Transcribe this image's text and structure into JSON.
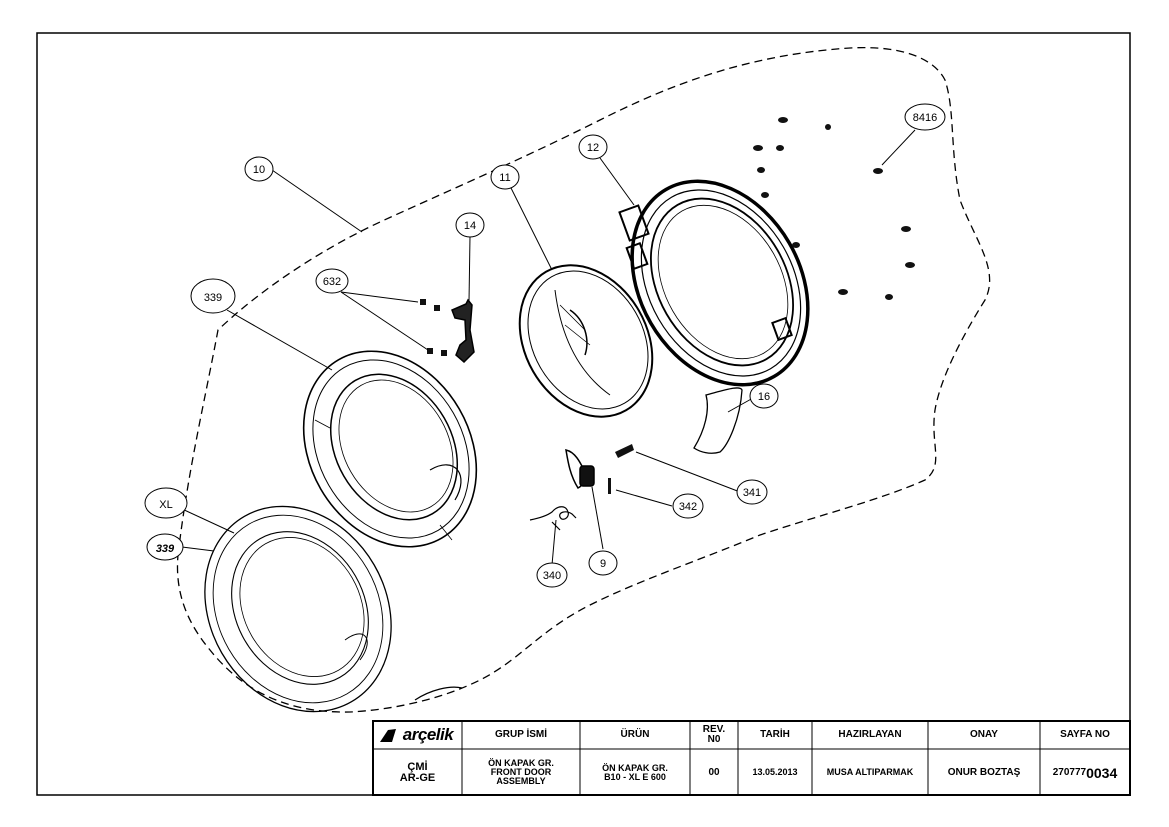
{
  "callouts": {
    "c10": "10",
    "c11": "11",
    "c12": "12",
    "c14": "14",
    "c16": "16",
    "c8416": "8416",
    "c632": "632",
    "c339_top": "339",
    "c339_bottom": "339",
    "cXL": "XL",
    "c9": "9",
    "c340": "340",
    "c341": "341",
    "c342": "342"
  },
  "title_block": {
    "logo": "arçelik",
    "headers": {
      "grup": "GRUP İSMİ",
      "urun": "ÜRÜN",
      "rev": "REV.\nN0",
      "tarih": "TARİH",
      "hazirlayan": "HAZIRLAYAN",
      "onay": "ONAY",
      "sayfa": "SAYFA NO"
    },
    "values": {
      "cmi": "ÇMİ\nAR-GE",
      "grup": "ÖN KAPAK GR.\nFRONT DOOR\nASSEMBLY",
      "urun": "ÖN KAPAK GR.\nB10 - XL E 600",
      "rev": "00",
      "tarih": "13.05.2013",
      "hazirlayan": "MUSA ALTIPARMAK",
      "onay": "ONUR BOZTAŞ",
      "sayfa_prefix": "270777",
      "sayfa_suffix": "0034"
    }
  }
}
